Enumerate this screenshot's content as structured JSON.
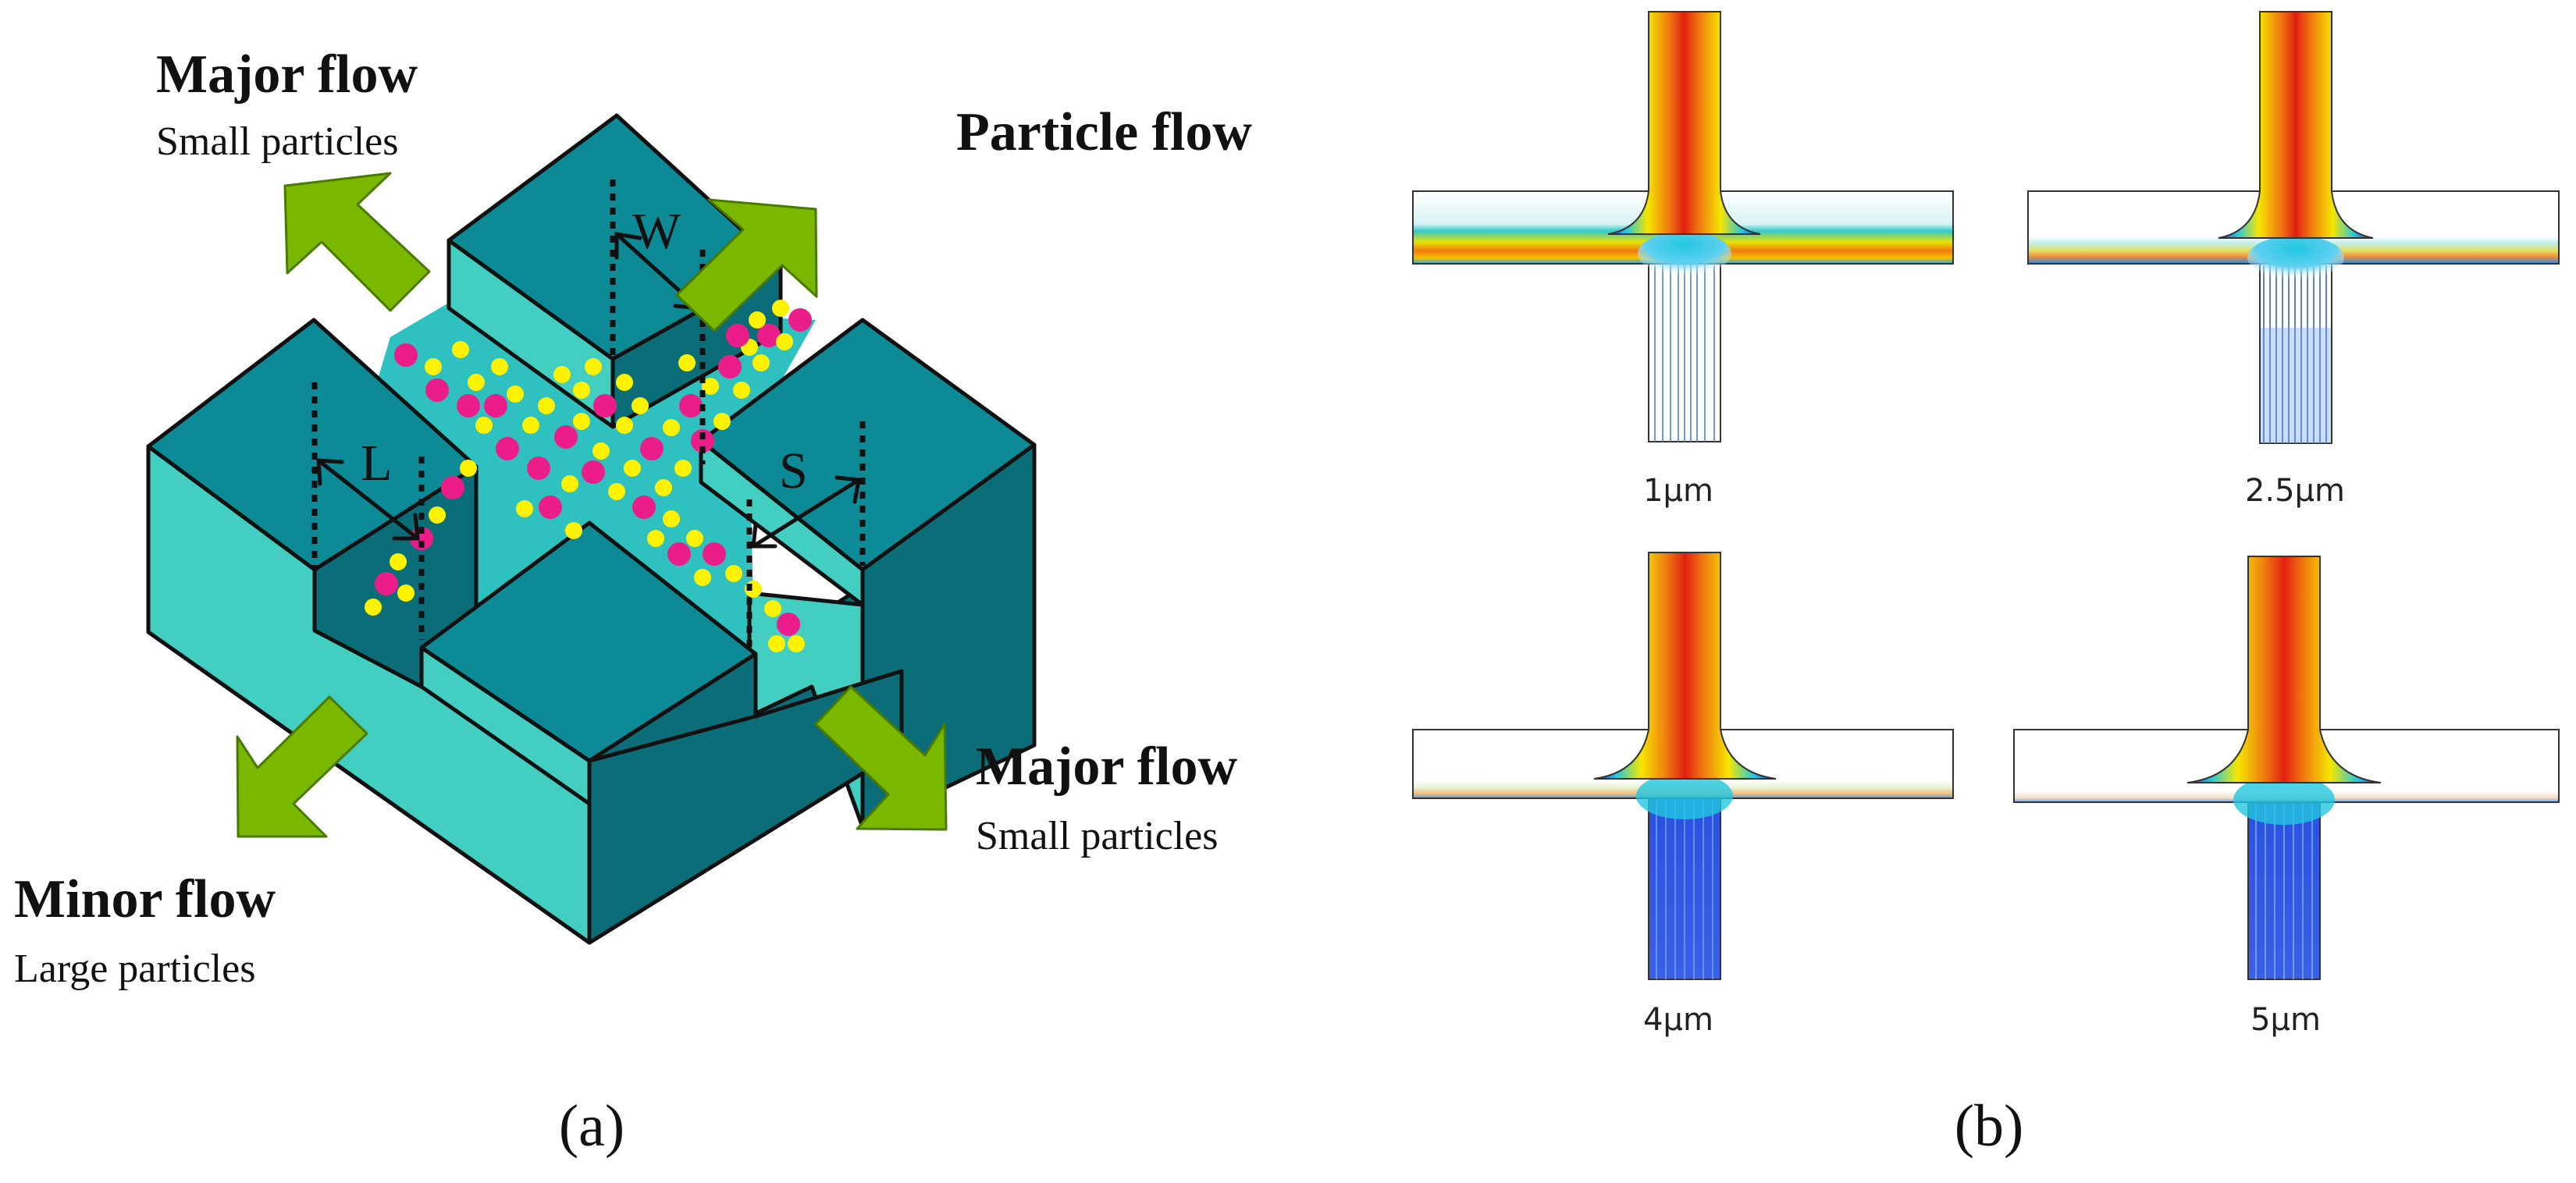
{
  "panel_a": {
    "caption": "(a)",
    "major_flow_top": {
      "title": "Major flow",
      "subtitle": "Small particles"
    },
    "particle_flow": {
      "title": "Particle flow"
    },
    "major_flow_bottom": {
      "title": "Major flow",
      "subtitle": "Small particles"
    },
    "minor_flow": {
      "title": "Minor flow",
      "subtitle": "Large particles"
    },
    "dimension_labels": {
      "width": "W",
      "length": "L",
      "spacing": "S"
    },
    "colors": {
      "block_top": "#0c8b96",
      "block_light_side": "#42cfc1",
      "block_dark_side": "#0a6d78",
      "channel_floor": "#2ec1c0",
      "arrow": "#7ab800",
      "small_particle": "#fff200",
      "large_particle": "#ea1d8a"
    }
  },
  "panel_b": {
    "caption": "(b)",
    "simulations": [
      {
        "label": "1μm"
      },
      {
        "label": "2.5μm"
      },
      {
        "label": "4μm"
      },
      {
        "label": "5μm"
      }
    ],
    "colors": {
      "high": "#e0200f",
      "mid": "#f5e600",
      "low": "#1a3ad9"
    }
  }
}
